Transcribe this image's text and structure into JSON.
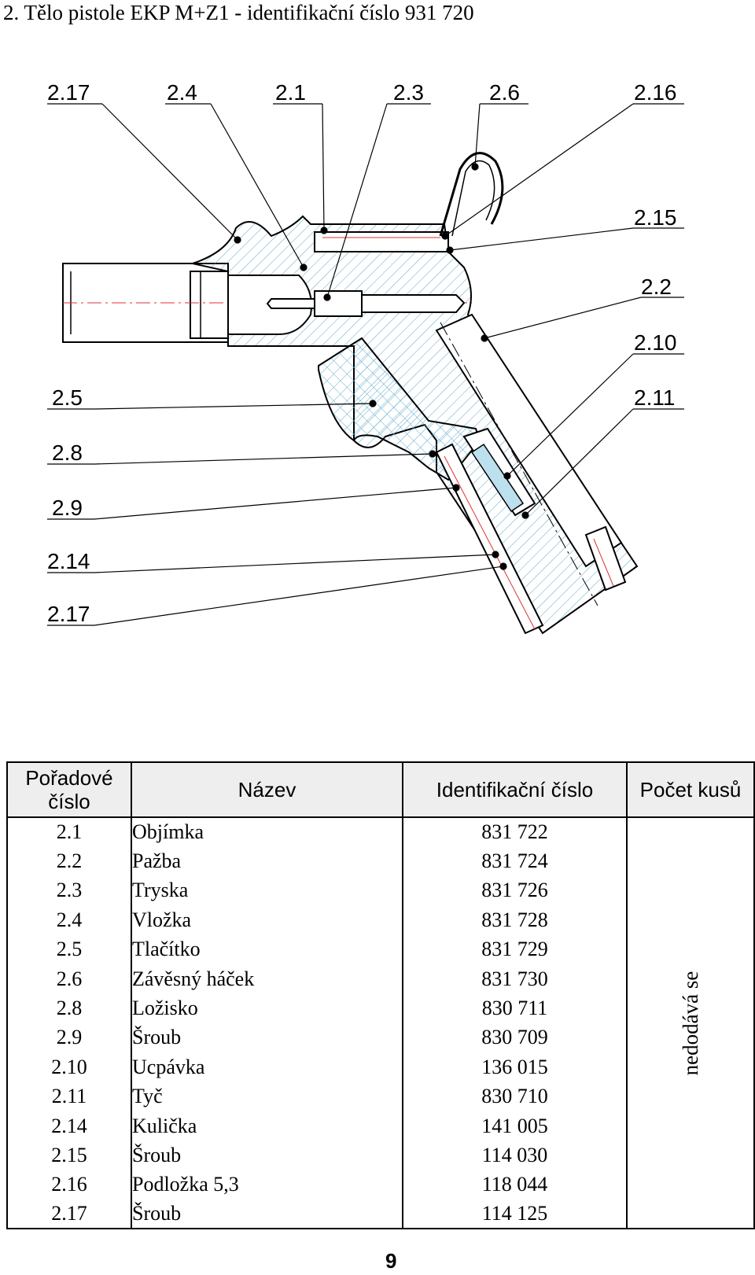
{
  "title": "2. Tělo pistole EKP M+Z1 - identifikační číslo 931 720",
  "callouts": {
    "top": [
      "2.17",
      "2.4",
      "2.1",
      "2.3",
      "2.6",
      "2.16"
    ],
    "right": [
      "2.15",
      "2.2",
      "2.10",
      "2.11"
    ],
    "left": [
      "2.5",
      "2.8",
      "2.9",
      "2.14",
      "2.17"
    ]
  },
  "table": {
    "headers": {
      "order": "Pořadové číslo",
      "name": "Název",
      "id": "Identifikační číslo",
      "count": "Počet kusů"
    },
    "count_note": "nedodává se",
    "rows": [
      {
        "num": "2.1",
        "name": "Objímka",
        "id": "831 722"
      },
      {
        "num": "2.2",
        "name": "Pažba",
        "id": "831 724"
      },
      {
        "num": "2.3",
        "name": "Tryska",
        "id": "831 726"
      },
      {
        "num": "2.4",
        "name": "Vložka",
        "id": "831 728"
      },
      {
        "num": "2.5",
        "name": "Tlačítko",
        "id": "831 729"
      },
      {
        "num": "2.6",
        "name": "Závěsný háček",
        "id": "831 730"
      },
      {
        "num": "2.8",
        "name": "Ložisko",
        "id": "830 711"
      },
      {
        "num": "2.9",
        "name": "Šroub",
        "id": "830 709"
      },
      {
        "num": "2.10",
        "name": "Ucpávka",
        "id": "136 015"
      },
      {
        "num": "2.11",
        "name": "Tyč",
        "id": "830 710"
      },
      {
        "num": "2.14",
        "name": "Kulička",
        "id": "141 005"
      },
      {
        "num": "2.15",
        "name": "Šroub",
        "id": "114 030"
      },
      {
        "num": "2.16",
        "name": "Podložka 5,3",
        "id": "118 044"
      },
      {
        "num": "2.17",
        "name": "Šroub",
        "id": "114 125"
      }
    ]
  },
  "page_number": "9"
}
